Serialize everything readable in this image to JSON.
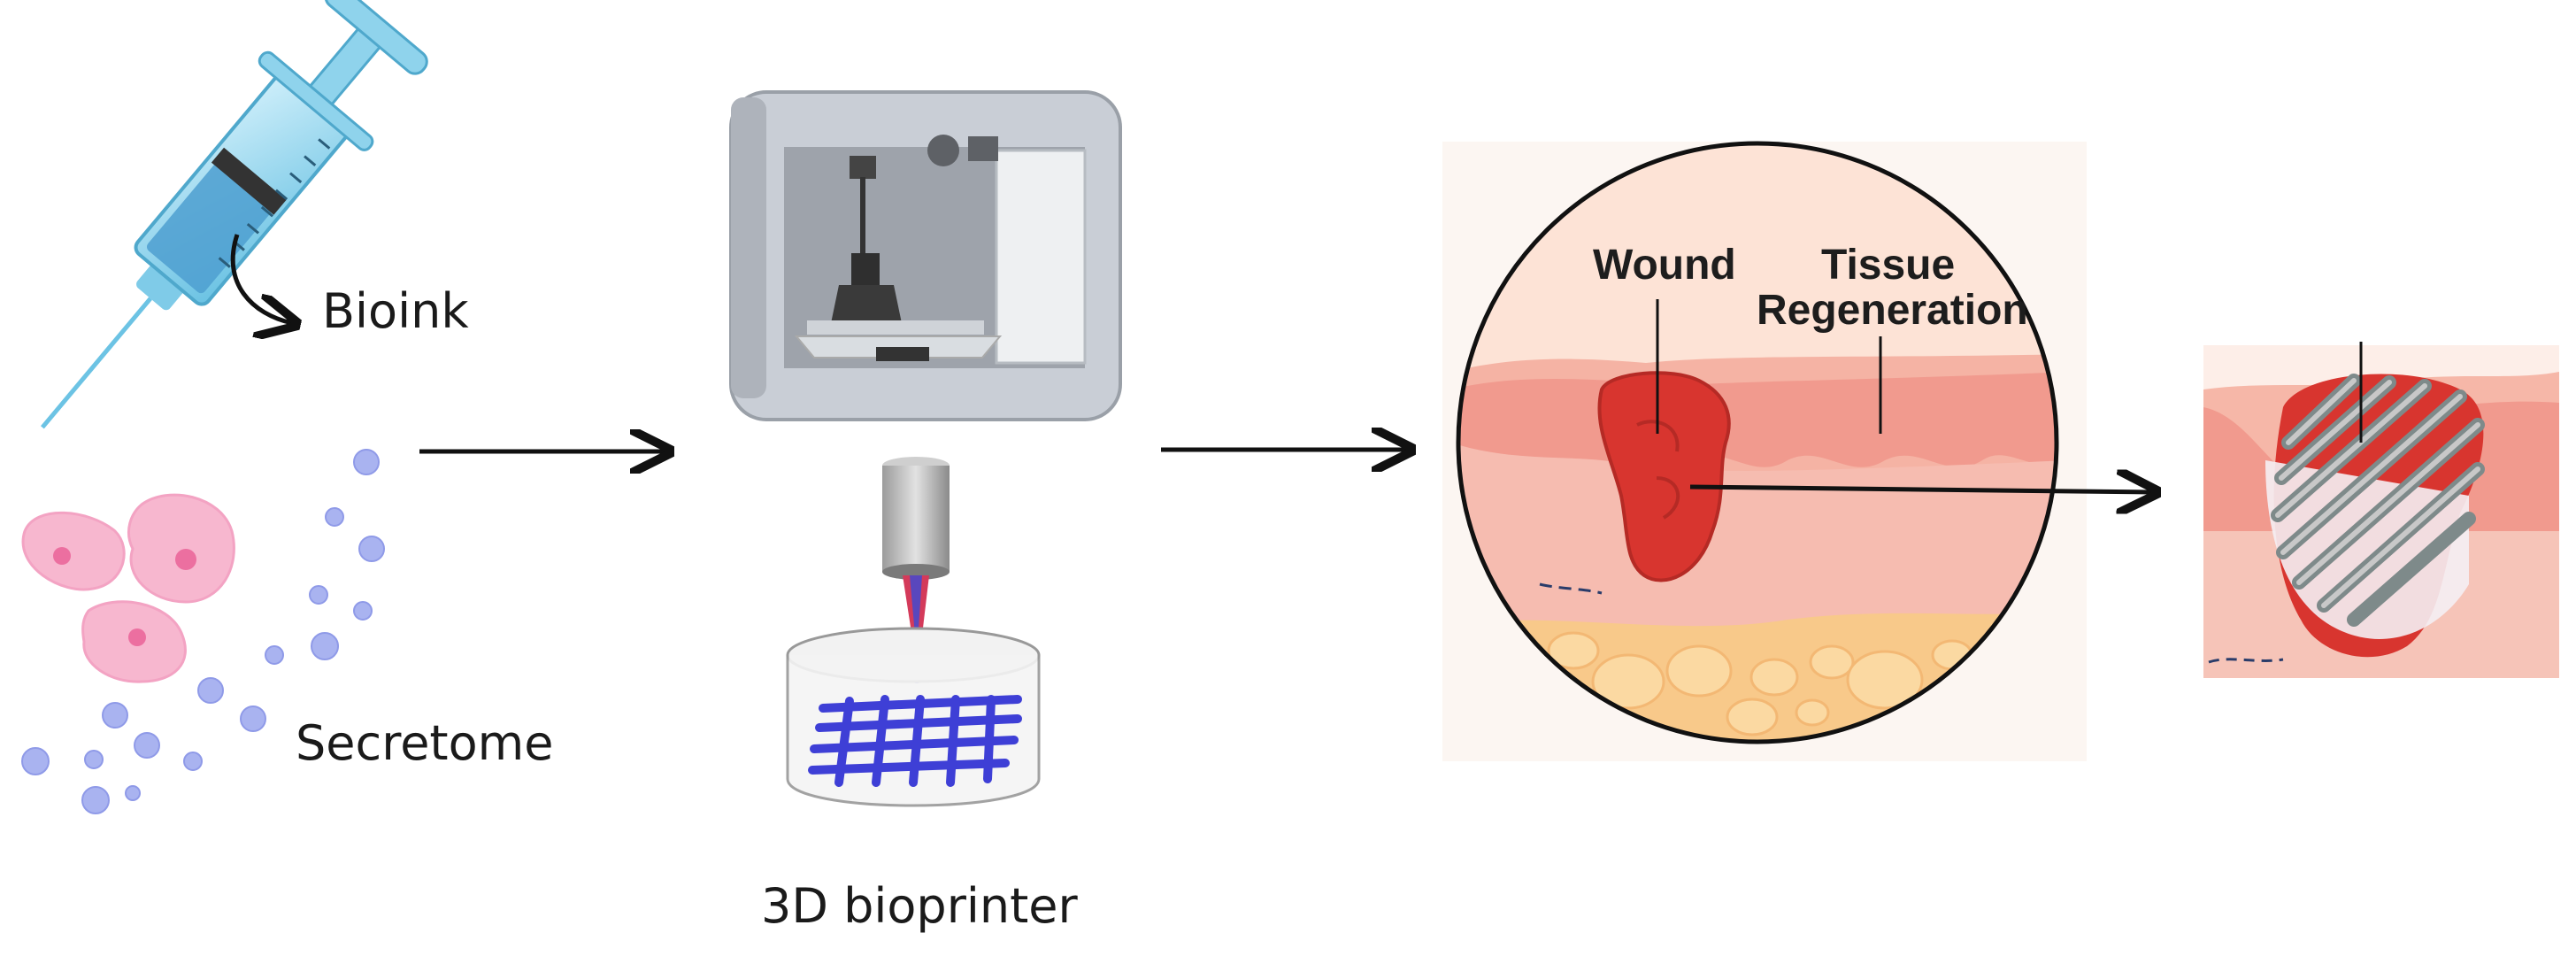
{
  "labels": {
    "bioink": "Bioink",
    "secretome": "Secretome",
    "printer": "3D bioprinter",
    "wound": "Wound",
    "tissue_line1": "Tissue",
    "tissue_line2": "Regeneration"
  },
  "colors": {
    "syringe": "#8fd3ec",
    "cell": "#f7b7cf",
    "bead": "#a9b3f0",
    "scaffold": "#3e3fd6",
    "skin": "#f19a8e",
    "wound": "#d8352f",
    "fat": "#f8c98a",
    "arrow": "#111111"
  },
  "icons": [
    "syringe-icon",
    "cells-icon",
    "bioprinter-icon",
    "nozzle-icon",
    "scaffold-icon",
    "skin-wound-icon",
    "implant-icon"
  ]
}
